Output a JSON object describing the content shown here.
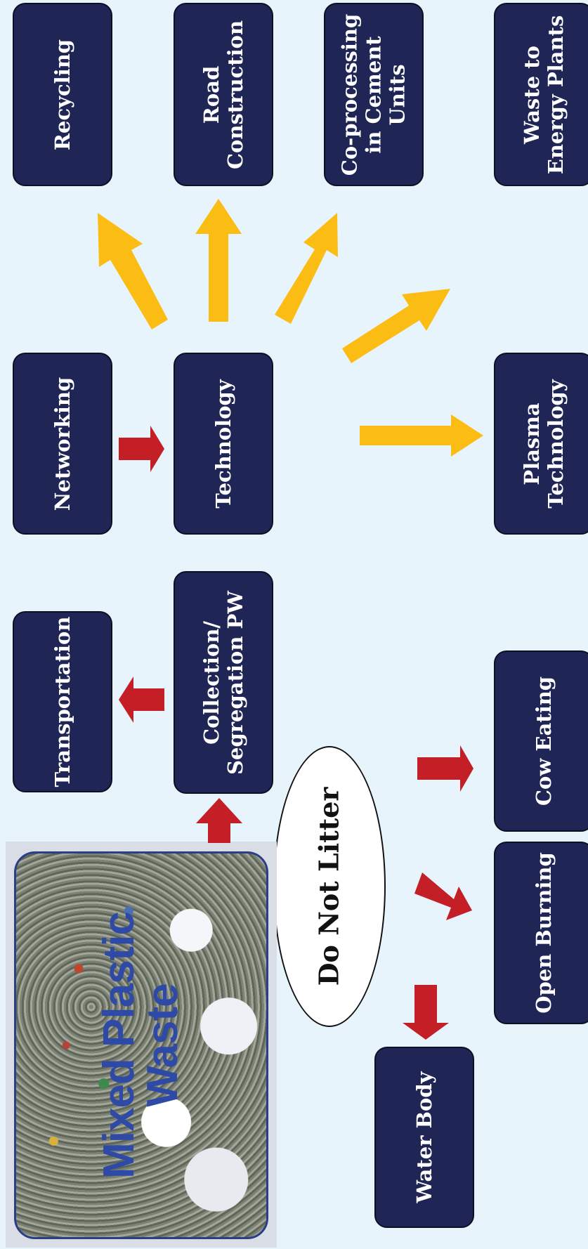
{
  "nodes": {
    "recycling": "Recycling",
    "road_construction": "Road\nConstruction",
    "co_processing": "Co-processing\nin Cement\nUnits",
    "waste_to_energy": "Waste to\nEnergy Plants",
    "networking": "Networking",
    "technology": "Technology",
    "plasma_technology": "Plasma\nTechnology",
    "transportation": "Transportation",
    "collection": "Collection/\nSegregation PW",
    "cow_eating": "Cow Eating",
    "open_burning": "Open Burning",
    "water_body": "Water Body",
    "do_not_litter": "Do Not Litter"
  },
  "image": {
    "title": "Mixed Plastic\nWaste"
  },
  "colors": {
    "box": "#1f2555",
    "red_arrow": "#c41f26",
    "yellow_arrow": "#fbbd14",
    "background": "#e8f4fb"
  }
}
